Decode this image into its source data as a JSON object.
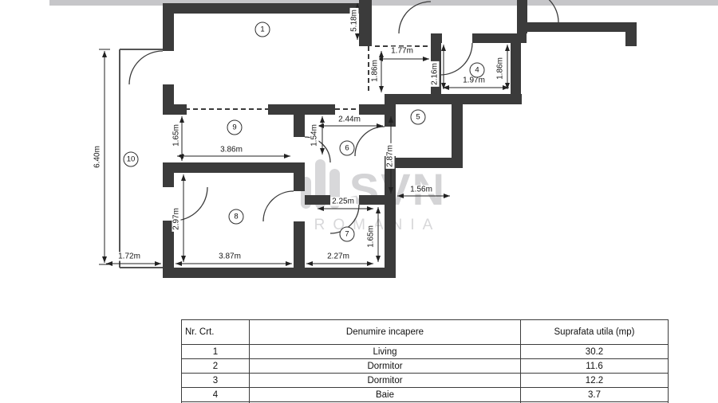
{
  "watermark": {
    "brand": "SVN",
    "sub": "ROMANIA"
  },
  "plan": {
    "rooms": [
      {
        "n": "1"
      },
      {
        "n": "4"
      },
      {
        "n": "5"
      },
      {
        "n": "6"
      },
      {
        "n": "7"
      },
      {
        "n": "8"
      },
      {
        "n": "9"
      },
      {
        "n": "10"
      }
    ],
    "dims": [
      {
        "t": "5.18m"
      },
      {
        "t": "1.77m"
      },
      {
        "t": "1.86m"
      },
      {
        "t": "2.16m"
      },
      {
        "t": "1.86m"
      },
      {
        "t": "1.97m"
      },
      {
        "t": "6.40m"
      },
      {
        "t": "1.65m"
      },
      {
        "t": "3.86m"
      },
      {
        "t": "2.44m"
      },
      {
        "t": "1.54m"
      },
      {
        "t": "2.87m"
      },
      {
        "t": "1.56m"
      },
      {
        "t": "2.25m"
      },
      {
        "t": "2.97m"
      },
      {
        "t": "1.72m"
      },
      {
        "t": "3.87m"
      },
      {
        "t": "2.27m"
      },
      {
        "t": "1.65m"
      }
    ]
  },
  "table": {
    "headers": [
      "Nr. Crt.",
      "Denumire incapere",
      "Suprafata utila (mp)"
    ],
    "rows": [
      {
        "nr": "1",
        "name": "Living",
        "area": "30.2"
      },
      {
        "nr": "2",
        "name": "Dormitor",
        "area": "11.6"
      },
      {
        "nr": "3",
        "name": "Dormitor",
        "area": "12.2"
      },
      {
        "nr": "4",
        "name": "Baie",
        "area": "3.7"
      }
    ]
  }
}
